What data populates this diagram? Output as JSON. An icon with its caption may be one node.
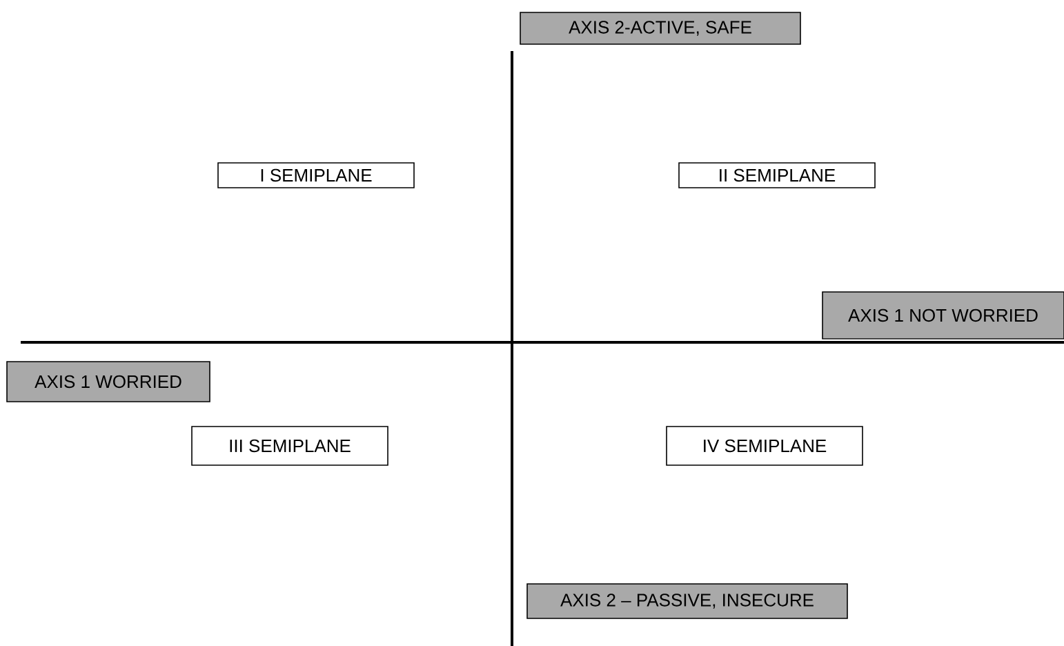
{
  "diagram": {
    "nodes": [
      {
        "text": [
          "AXIS 2-ACTIVE, SAFE"
        ]
      },
      {
        "text": [
          "I SEMIPLANE"
        ]
      },
      {
        "text": [
          "II SEMIPLANE"
        ]
      },
      {
        "text": [
          "AXIS 1 NOT WORRIED"
        ]
      },
      {
        "text": [
          "AXIS 1 WORRIED"
        ]
      },
      {
        "text": [
          "III SEMIPLANE"
        ]
      },
      {
        "text": [
          "IV SEMIPLANE"
        ]
      },
      {
        "text": [
          "AXIS 2 – PASSIVE, INSECURE"
        ]
      }
    ]
  }
}
